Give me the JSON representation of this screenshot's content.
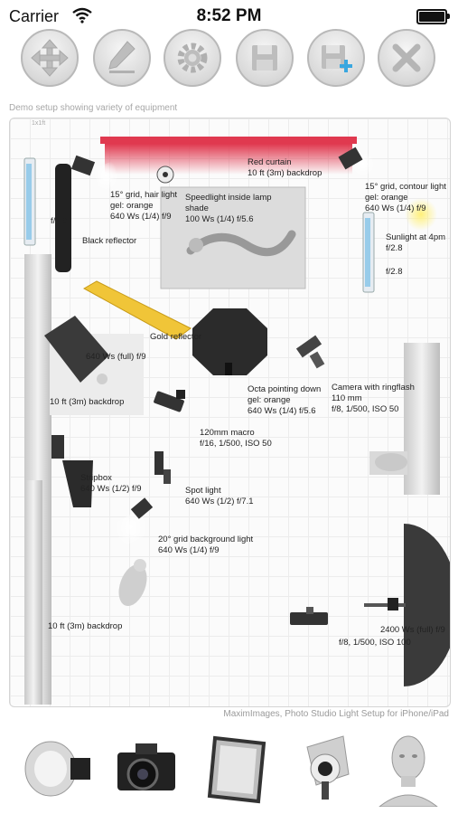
{
  "status_bar": {
    "carrier": "Carrier",
    "time": "8:52 PM"
  },
  "toolbar": {
    "buttons": [
      "move-icon",
      "edit-icon",
      "settings-icon",
      "save-icon",
      "save-add-icon",
      "close-icon"
    ]
  },
  "setup": {
    "caption": "Demo setup showing variety of equipment",
    "scale_label": "1x1ft",
    "labels": {
      "red_curtain": "Red curtain\n10 ft (3m) backdrop",
      "hair_light": "15° grid, hair light\ngel: orange\n640 Ws (1/4) f/9",
      "speedlight": "Speedlight inside lamp\nshade\n100 Ws (1/4) f/5.6",
      "contour_light": "15° grid, contour light\ngel: orange\n640 Ws (1/4) f/9",
      "sunlight": "Sunlight at 4pm\nf/2.8",
      "window_f28": "f/2.8",
      "left_f10": "f/1.0",
      "black_reflector": "Black reflector",
      "gold_reflector": "Gold reflector",
      "softbox": "640 Ws (full) f/9",
      "left_backdrop": "10 ft (3m) backdrop",
      "octa": "Octa pointing down\ngel: orange\n640 Ws (1/4) f/5.6",
      "camera_ringflash": "Camera with ringflash\n110 mm\nf/8, 1/500, ISO 50",
      "macro_camera": "120mm macro\nf/16, 1/500, ISO 50",
      "stripbox": "Stripbox\n640 Ws (1/2) f/9",
      "spot_light": "Spot light\n640 Ws (1/2) f/7.1",
      "grid_background": "20° grid background light\n640 Ws (1/4) f/9",
      "bottom_backdrop": "10 ft (3m) backdrop",
      "umbrella": "2400 Ws (full) f/9",
      "bottom_camera": "f/8, 1/500, ISO 100"
    },
    "footer": "MaximImages, Photo Studio Light Setup for iPhone/iPad"
  },
  "palette": {
    "items": [
      "beauty-dish-icon",
      "camera-icon",
      "reflector-panel-icon",
      "spotlight-icon",
      "model-head-icon"
    ]
  },
  "colors": {
    "red_curtain": "#e0394f",
    "gold": "#f0c538",
    "sun": "#fff07a",
    "accent_plus": "#3aa7e0"
  }
}
